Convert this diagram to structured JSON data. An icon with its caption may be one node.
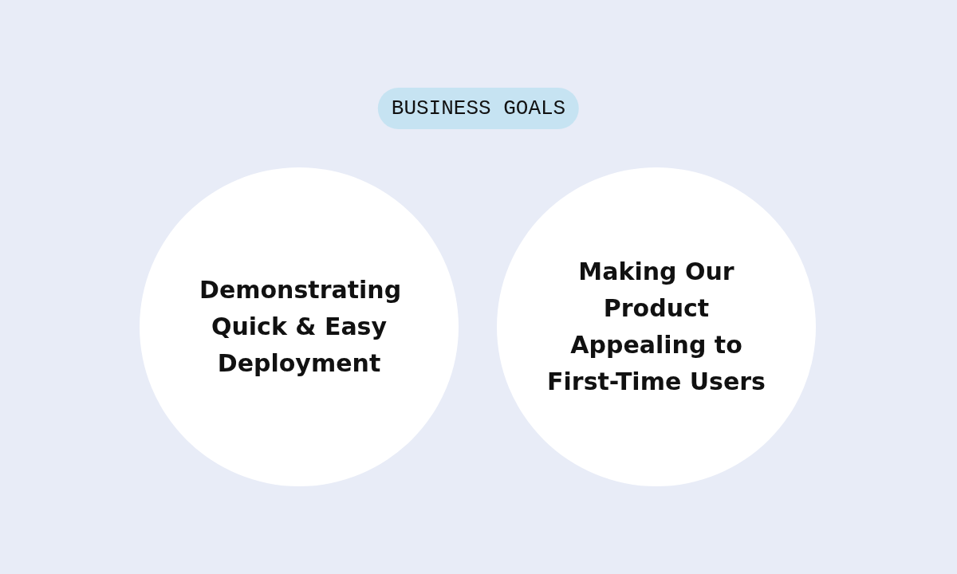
{
  "diagram": {
    "title": "BUSINESS GOALS",
    "nodes": [
      {
        "text": [
          "Demonstrating Quick & Easy Deployment"
        ]
      },
      {
        "text": [
          "Making Our Product Appealing to First-Time Users"
        ]
      }
    ]
  }
}
